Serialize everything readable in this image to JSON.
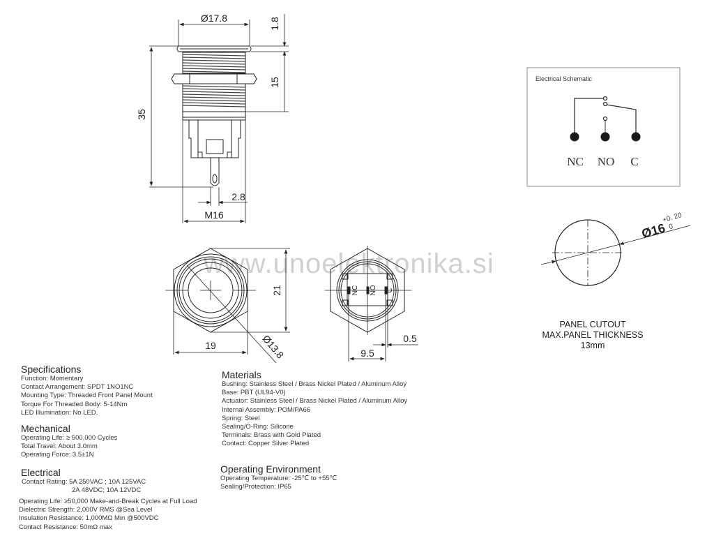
{
  "side_view": {
    "dims": {
      "head_diameter": "Ø17.8",
      "head_height": "1.8",
      "thread_length": "15",
      "total_length": "35",
      "pin_width": "2.8",
      "thread": "M16"
    }
  },
  "front_view": {
    "dims": {
      "hex_width": "19",
      "hex_height": "21",
      "actuator_diameter": "Ø13.8"
    }
  },
  "rear_view": {
    "terminal_labels": [
      "NC",
      "NO",
      "C"
    ],
    "dims": {
      "terminal_span": "9.5",
      "terminal_width": "0.5"
    }
  },
  "watermark": "www.unoelektronika.si",
  "schematic": {
    "title": "Electrical Schematic",
    "labels": [
      "NC",
      "NO",
      "C"
    ]
  },
  "panel_cutout": {
    "diameter": "Ø16",
    "tol_upper": "+0. 20",
    "tol_lower": "0",
    "lines": [
      "PANEL CUTOUT",
      "MAX.PANEL THICKNESS",
      "13mm"
    ]
  },
  "specifications": {
    "title": "Specifications",
    "items": [
      "Function: Momentary",
      "Contact Arrangement: SPDT 1NO1NC",
      "Mounting Type: Threaded Front Panel Mount",
      "Torque For Threaded Body: 5-14Nm",
      "LED Illumination: No LED."
    ]
  },
  "mechanical": {
    "title": "Mechanical",
    "items": [
      "Operating Life: ≥ 500,000 Cycles",
      "Total Travel: About 3.0mm",
      "Operating Force:  3.5±1N"
    ]
  },
  "electrical": {
    "title": "Electrical",
    "rating_line1": "Contact Rating:  5A 250VAC ;   10A 125VAC",
    "rating_line2": "2A 48VDC;      10A 12VDC",
    "items": [
      "Operating Life: ≥50,000 Make-and-Break Cycles at Full Load",
      "Dielectric Strength: 2,000V RMS @Sea Level",
      "Insulation Resistance: 1,000MΩ Min @500VDC",
      "Contact Resistance: 50mΩ max"
    ]
  },
  "materials": {
    "title": "Materials",
    "items": [
      "Bushing: Stainless Steel / Brass Nickel Plated / Aluminum Alloy",
      "Base: PBT (UL94-V0)",
      "Actuator: Stainless Steel / Brass Nickel Plated / Aluminum Alloy",
      "Internal Assembly: POM/PA66",
      "Spring: Steel",
      "Sealing/O-Ring: Silicone",
      "Terminals: Brass with Gold Plated",
      "Contact: Copper Silver Plated"
    ]
  },
  "environment": {
    "title": "Operating Environment",
    "items": [
      "Operating Temperature: -25℃ to +55℃",
      "Sealing/Protection: IP65"
    ]
  }
}
